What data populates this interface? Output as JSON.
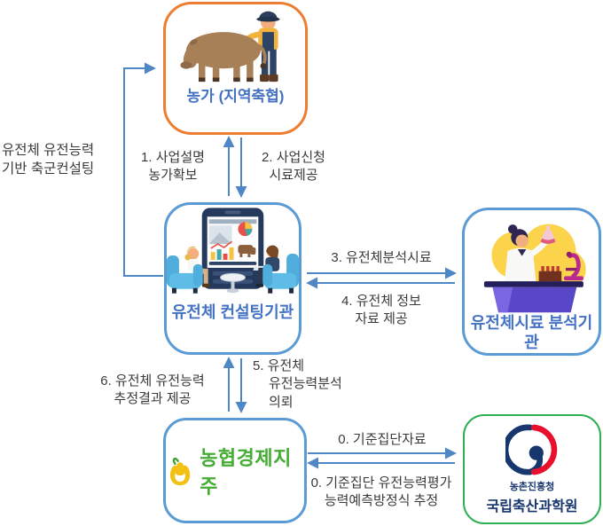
{
  "side_note": {
    "line1": "유전체 유전능력",
    "line2": "기반 축군컨설팅"
  },
  "nodes": {
    "farm": {
      "title1": "농가",
      "title2": "(지역축협)",
      "icon": "farmer-cow-illustration"
    },
    "consulting": {
      "title1": "유전체",
      "title2": "컨설팅기관",
      "icon": "consulting-meeting-illustration"
    },
    "analysis": {
      "title1": "유전체시료",
      "title2": "분석기관",
      "icon": "scientist-lab-illustration"
    },
    "nh": {
      "logo_text": "농협경제지주",
      "icon": "nh-sprout-logo"
    },
    "rda": {
      "org_small": "농촌진흥청",
      "org_large": "국립축산과학원",
      "icon": "korea-gov-emblem"
    }
  },
  "steps": {
    "s1": {
      "line1": "1. 사업설명",
      "line2": "농가확보"
    },
    "s2": {
      "line1": "2. 사업신청",
      "line2": "시료제공"
    },
    "s3": {
      "line1": "3. 유전체분석시료"
    },
    "s4": {
      "line1": "4. 유전체 정보",
      "line2": "자료 제공"
    },
    "s5": {
      "line1": "5. 유전체",
      "line2": "유전능력분석",
      "line3": "의뢰"
    },
    "s6": {
      "line1": "6. 유전체 유전능력",
      "line2": "추정결과 제공"
    },
    "s0a": {
      "line1": "0. 기준집단자료"
    },
    "s0b": {
      "line1": "0. 기준집단 유전능력평가",
      "line2": "능력예측방정식 추정"
    }
  },
  "colors": {
    "farm-border": "#ED7D31",
    "box-blue-border": "#5B9BD5",
    "rda-border": "#2EB050",
    "title-blue": "#4472C4",
    "label-dark": "#3A3A3A",
    "arrow-blue": "#4E86C6",
    "nh-green": "#45AC34",
    "rda-navy": "#17366D",
    "rda-red": "#E8112D"
  }
}
